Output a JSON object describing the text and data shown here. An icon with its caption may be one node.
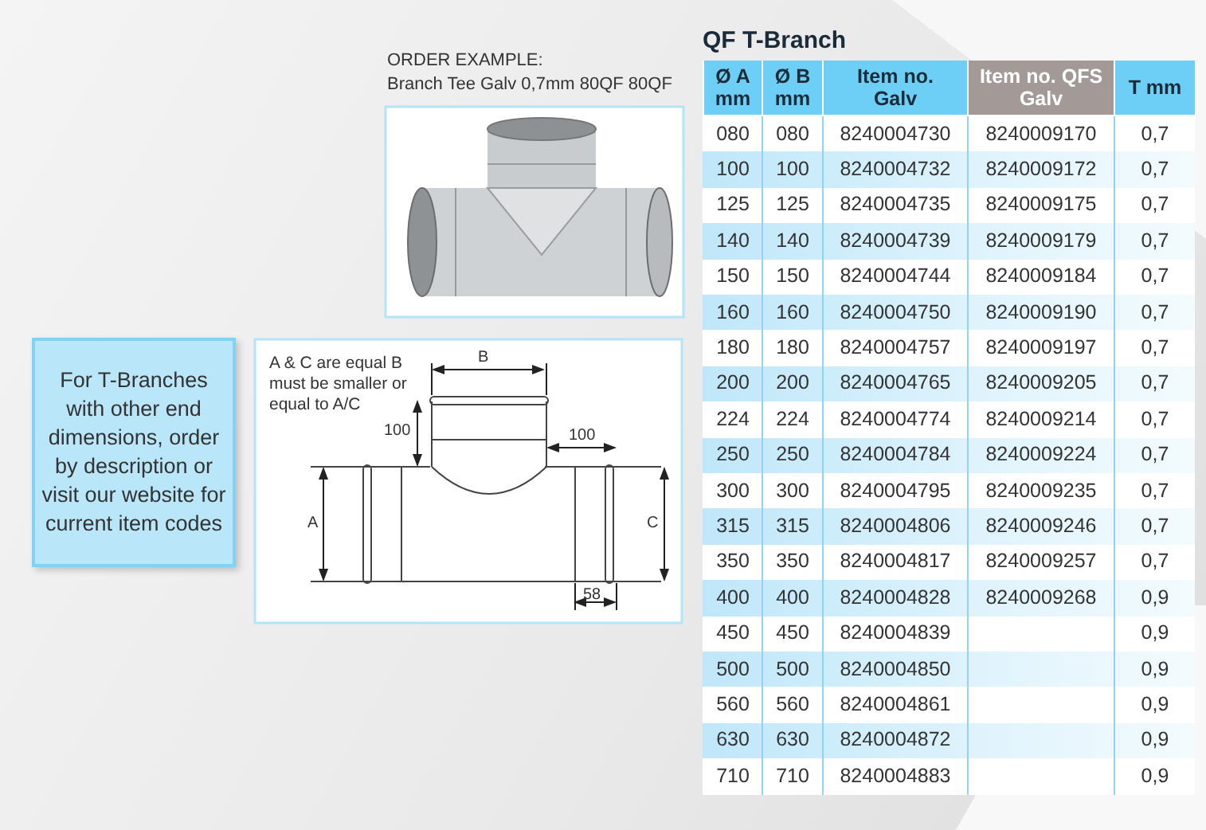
{
  "diagram": {
    "title": "QF T-Branch",
    "nodes": [
      {
        "text": [
          "For T-Branches with other end dimensions, order by description or visit our website for current item codes"
        ]
      }
    ],
    "edges": [],
    "labels": [
      "ORDER EXAMPLE:",
      "Branch Tee Galv 0,7mm 80QF 80QF",
      "A & C are equal B must be smaller or equal to A/C",
      "B",
      "100",
      "100",
      "A",
      "C",
      "58",
      "Ø A mm",
      "Ø B mm",
      "Item no. Galv",
      "Item no. QFS Galv",
      "T mm",
      "080",
      "080",
      "8240004730",
      "8240009170",
      "0,7",
      "100",
      "100",
      "8240004732",
      "8240009172",
      "0,7",
      "125",
      "125",
      "8240004735",
      "8240009175",
      "0,7",
      "140",
      "140",
      "8240004739",
      "8240009179",
      "0,7",
      "150",
      "150",
      "8240004744",
      "8240009184",
      "0,7",
      "160",
      "160",
      "8240004750",
      "8240009190",
      "0,7",
      "180",
      "180",
      "8240004757",
      "8240009197",
      "0,7",
      "200",
      "200",
      "8240004765",
      "8240009205",
      "0,7",
      "224",
      "224",
      "8240004774",
      "8240009214",
      "0,7",
      "250",
      "250",
      "8240004784",
      "8240009224",
      "0,7",
      "300",
      "300",
      "8240004795",
      "8240009235",
      "0,7",
      "315",
      "315",
      "8240004806",
      "8240009246",
      "0,7",
      "350",
      "350",
      "8240004817",
      "8240009257",
      "0,7",
      "400",
      "400",
      "8240004828",
      "8240009268",
      "0,9",
      "450",
      "450",
      "8240004839",
      "0,9",
      "500",
      "500",
      "8240004850",
      "0,9",
      "560",
      "560",
      "8240004861",
      "0,9",
      "630",
      "630",
      "8240004872",
      "0,9",
      "710",
      "710",
      "8240004883",
      "0,9"
    ]
  }
}
